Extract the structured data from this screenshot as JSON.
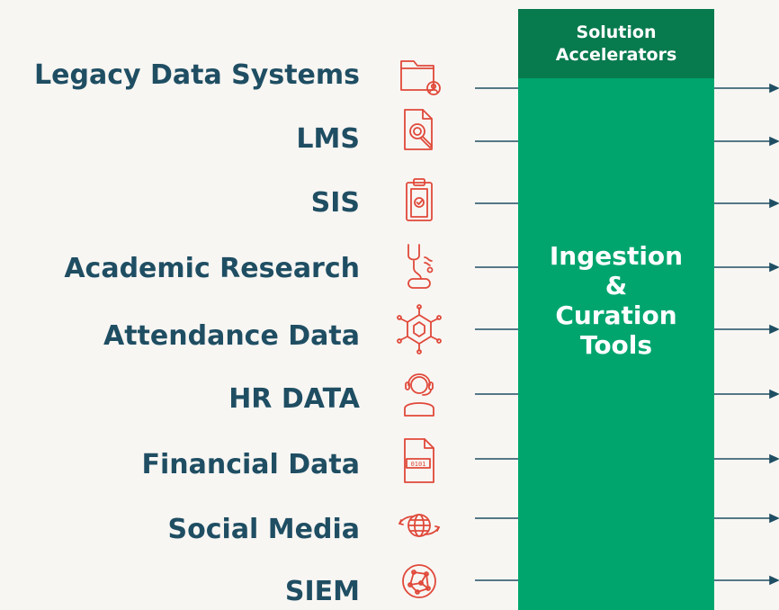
{
  "diagram": {
    "sources": [
      {
        "label": "Legacy Data Systems",
        "icon": "folder-user-icon"
      },
      {
        "label": "LMS",
        "icon": "document-search-icon"
      },
      {
        "label": "SIS",
        "icon": "clipboard-check-icon"
      },
      {
        "label": "Academic Research",
        "icon": "stethoscope-icon"
      },
      {
        "label": "Attendance Data",
        "icon": "network-hexagon-icon"
      },
      {
        "label": "HR DATA",
        "icon": "headset-user-icon"
      },
      {
        "label": "Financial Data",
        "icon": "binary-file-icon"
      },
      {
        "label": "Social Media",
        "icon": "globe-arrows-icon"
      },
      {
        "label": "SIEM",
        "icon": "network-nodes-icon"
      }
    ],
    "accelerator": {
      "header_line1": "Solution",
      "header_line2": "Accelerators",
      "body_line1": "Ingestion",
      "body_line2": "&",
      "body_line3": "Curation",
      "body_line4": "Tools"
    },
    "colors": {
      "background": "#f8f6f3",
      "label_text": "#1f4e63",
      "icon_stroke": "#e0493a",
      "bar_fill": "#00a56e",
      "bar_header": "#077a4e",
      "connector": "#1f4e63"
    }
  }
}
